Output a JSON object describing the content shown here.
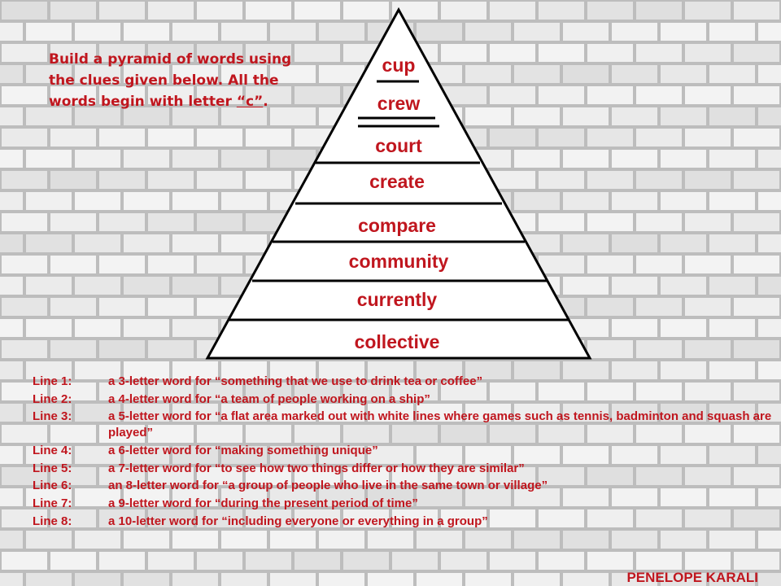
{
  "instructions": {
    "text": "Build a pyramid of words using the clues given below. All the words begin with letter ",
    "quoted_letter": "“c”",
    "end": "."
  },
  "pyramid": {
    "words": [
      "cup",
      "crew",
      "court",
      "create",
      "compare",
      "community",
      "currently",
      "collective"
    ]
  },
  "clues": [
    {
      "line": "Line 1:",
      "text": "a 3-letter word for “something that we use to drink tea or coffee”"
    },
    {
      "line": "Line 2:",
      "text": "a 4-letter word for “a team of people working on a ship”"
    },
    {
      "line": "Line 3:",
      "text": "a 5-letter word for “a flat area marked out with white lines where games such as tennis, badminton and squash are played”"
    },
    {
      "line": "Line 4:",
      "text": "a 6-letter word for “making something unique”"
    },
    {
      "line": "Line 5:",
      "text": "a 7-letter word for “to see how two things differ or how they are similar”"
    },
    {
      "line": "Line 6:",
      "text": "an 8-letter word for “a group of people who live in the same town or village”"
    },
    {
      "line": "Line 7:",
      "text": "a 9-letter word for “during the present period of time”"
    },
    {
      "line": "Line 8:",
      "text": "a 10-letter word for “including everyone or everything in a group”"
    }
  ],
  "author": "PENELOPE KARALI",
  "colors": {
    "text": "#c0161e",
    "wall": "#e4e4e4",
    "mortar": "#bdbdbd",
    "outline": "#000000"
  }
}
